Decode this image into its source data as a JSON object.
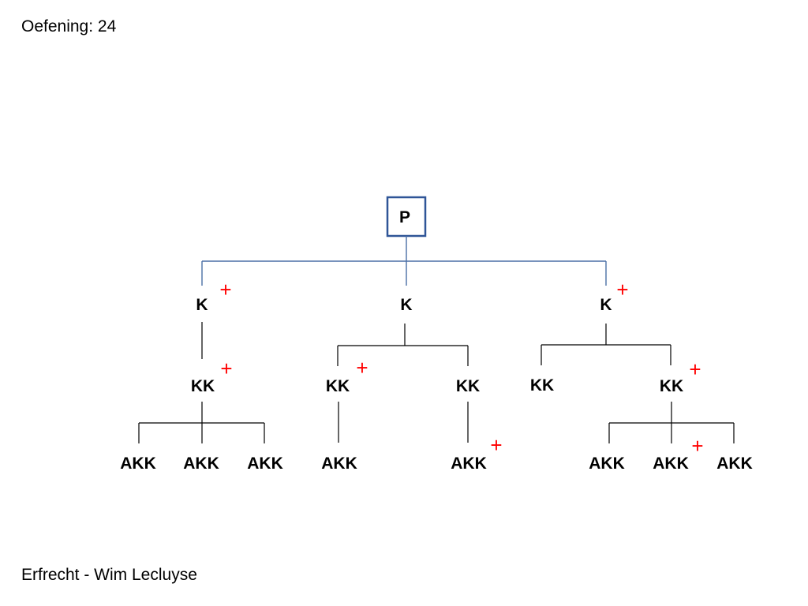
{
  "slide": {
    "header": "Oefening: 24",
    "footer": "Erfrecht - Wim Lecluyse"
  },
  "diagram": {
    "colors": {
      "root_border": "#2f5597",
      "root_connector": "#4a6fa5",
      "line": "#000000",
      "plus": "#ff0000"
    },
    "plus_symbol": "+",
    "root": {
      "label": "P"
    },
    "children": [
      {
        "label": "K",
        "plus": true
      },
      {
        "label": "K",
        "plus": false
      },
      {
        "label": "K",
        "plus": true
      }
    ],
    "grandchildren": [
      {
        "label": "KK",
        "plus": true
      },
      {
        "label": "KK",
        "plus": true
      },
      {
        "label": "KK",
        "plus": false
      },
      {
        "label": "KK",
        "plus": false
      },
      {
        "label": "KK",
        "plus": true
      }
    ],
    "great_grandchildren": [
      {
        "label": "AKK",
        "plus": false
      },
      {
        "label": "AKK",
        "plus": false
      },
      {
        "label": "AKK",
        "plus": false
      },
      {
        "label": "AKK",
        "plus": false
      },
      {
        "label": "AKK",
        "plus": true
      },
      {
        "label": "AKK",
        "plus": false
      },
      {
        "label": "AKK",
        "plus": true
      },
      {
        "label": "AKK",
        "plus": false
      }
    ]
  }
}
